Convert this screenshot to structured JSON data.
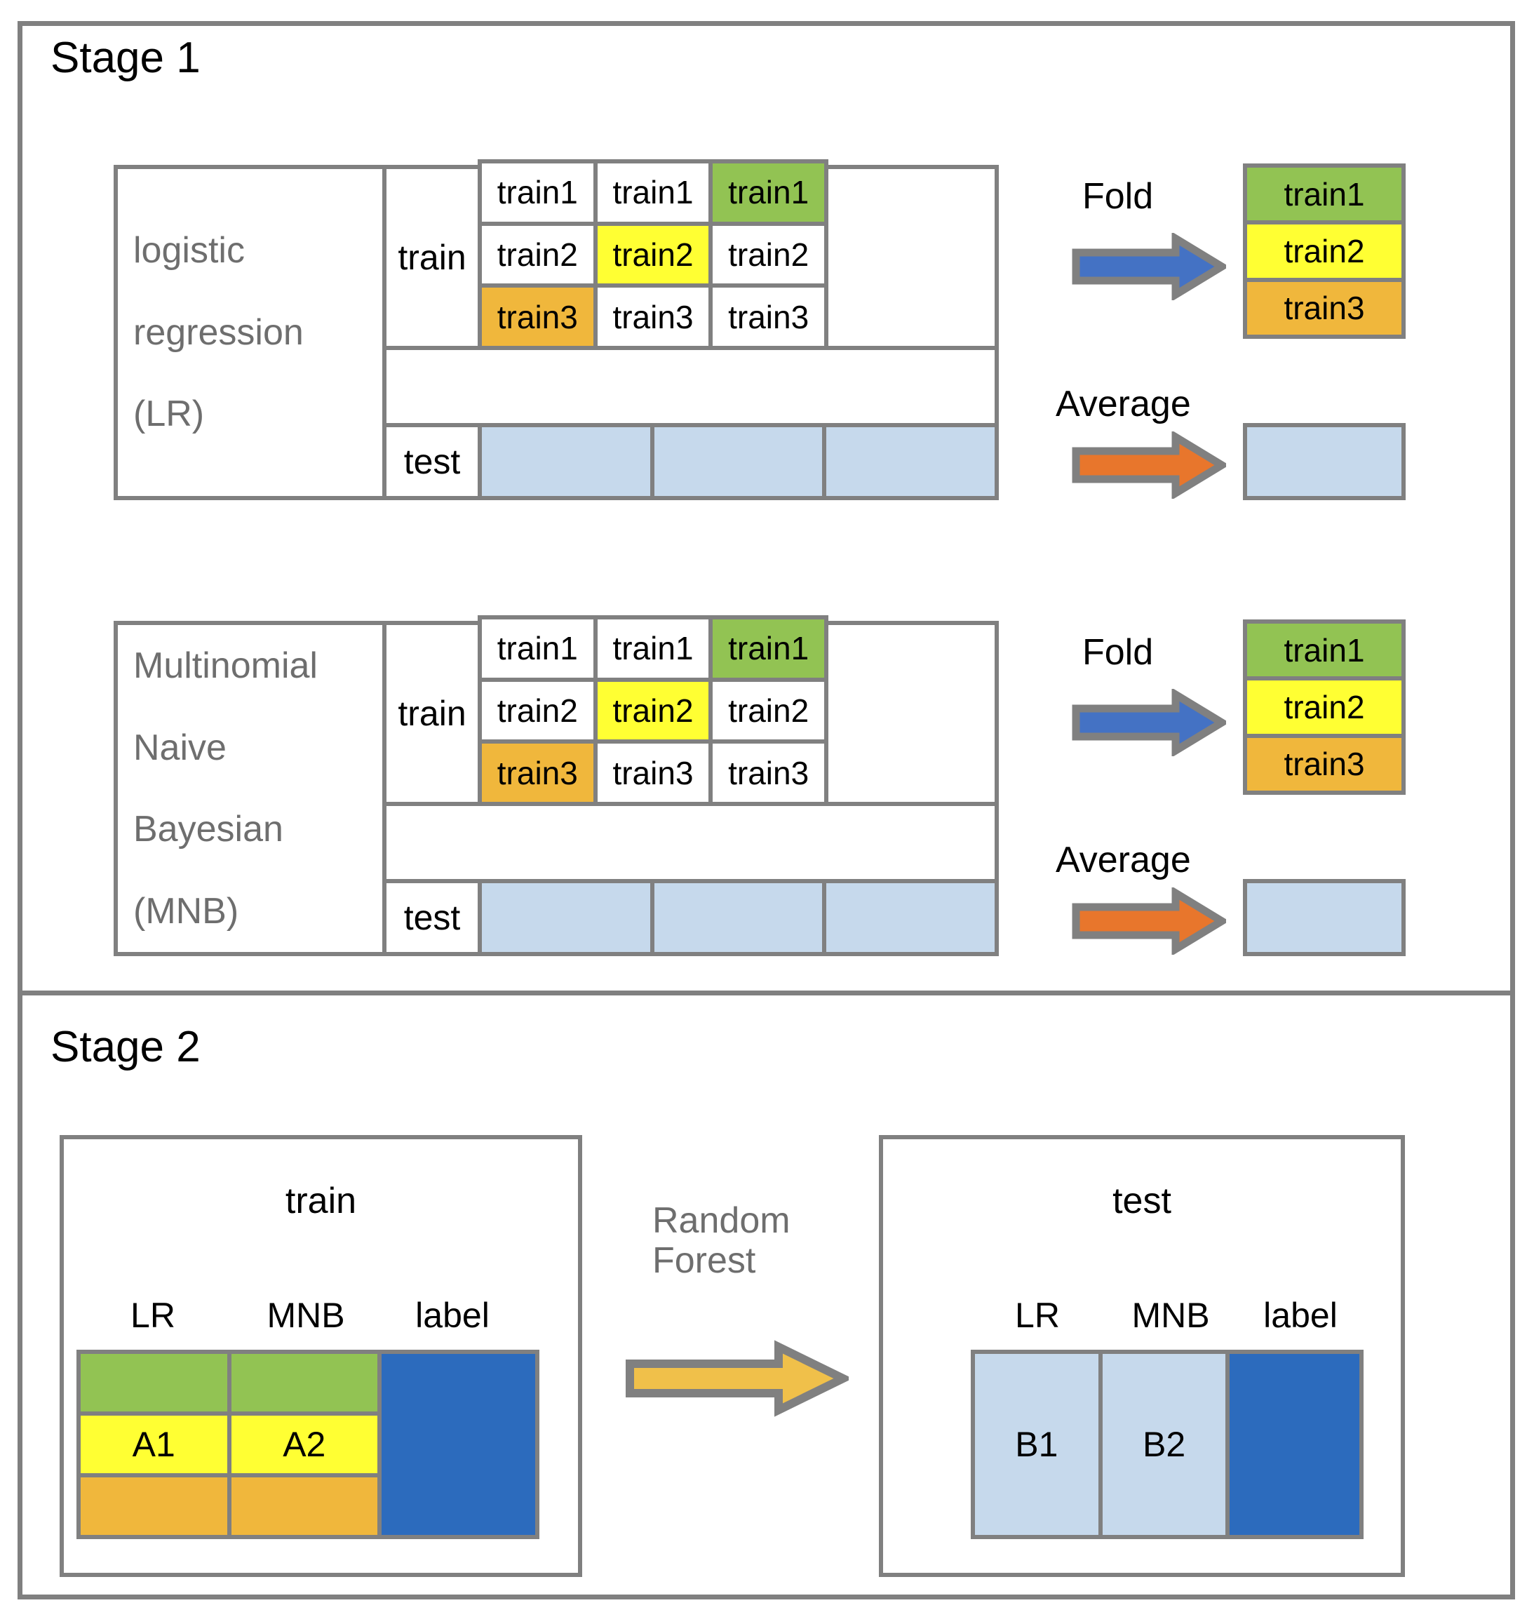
{
  "figure": {
    "stage1_title": "Stage 1",
    "stage2_title": "Stage 2"
  },
  "colors": {
    "green": "#92c353",
    "yellow": "#ffff33",
    "orange": "#f0b73c",
    "light_blue": "#c6d9ec",
    "dark_blue": "#2c6bbd",
    "fold_arrow": "#4472c4",
    "average_arrow": "#e8762c",
    "random_forest_arrow": "#f0c04a",
    "outline_gray": "#808080",
    "label_gray": "#6e6e6e",
    "white": "#ffffff"
  },
  "stage1": {
    "models": [
      {
        "id": "lr",
        "name_lines": [
          "logistic",
          "regression",
          "(LR)"
        ],
        "train_label": "train",
        "test_label": "test",
        "fold_grid": {
          "rows": [
            [
              {
                "text": "train1",
                "color": "white"
              },
              {
                "text": "train1",
                "color": "white"
              },
              {
                "text": "train1",
                "color": "green"
              }
            ],
            [
              {
                "text": "train2",
                "color": "white"
              },
              {
                "text": "train2",
                "color": "yellow"
              },
              {
                "text": "train2",
                "color": "white"
              }
            ],
            [
              {
                "text": "train3",
                "color": "orange"
              },
              {
                "text": "train3",
                "color": "white"
              },
              {
                "text": "train3",
                "color": "white"
              }
            ]
          ]
        },
        "test_strip": [
          {
            "text": "",
            "color": "light_blue"
          },
          {
            "text": "",
            "color": "light_blue"
          },
          {
            "text": "",
            "color": "light_blue"
          }
        ],
        "fold_arrow_label": "Fold",
        "average_arrow_label": "Average",
        "fold_result": [
          {
            "text": "train1",
            "color": "green"
          },
          {
            "text": "train2",
            "color": "yellow"
          },
          {
            "text": "train3",
            "color": "orange"
          }
        ],
        "average_result": {
          "text": "",
          "color": "light_blue"
        }
      },
      {
        "id": "mnb",
        "name_lines": [
          "Multinomial",
          "Naive",
          "Bayesian",
          "(MNB)"
        ],
        "train_label": "train",
        "test_label": "test",
        "fold_grid": {
          "rows": [
            [
              {
                "text": "train1",
                "color": "white"
              },
              {
                "text": "train1",
                "color": "white"
              },
              {
                "text": "train1",
                "color": "green"
              }
            ],
            [
              {
                "text": "train2",
                "color": "white"
              },
              {
                "text": "train2",
                "color": "yellow"
              },
              {
                "text": "train2",
                "color": "white"
              }
            ],
            [
              {
                "text": "train3",
                "color": "orange"
              },
              {
                "text": "train3",
                "color": "white"
              },
              {
                "text": "train3",
                "color": "white"
              }
            ]
          ]
        },
        "test_strip": [
          {
            "text": "",
            "color": "light_blue"
          },
          {
            "text": "",
            "color": "light_blue"
          },
          {
            "text": "",
            "color": "light_blue"
          }
        ],
        "fold_arrow_label": "Fold",
        "average_arrow_label": "Average",
        "fold_result": [
          {
            "text": "train1",
            "color": "green"
          },
          {
            "text": "train2",
            "color": "yellow"
          },
          {
            "text": "train3",
            "color": "orange"
          }
        ],
        "average_result": {
          "text": "",
          "color": "light_blue"
        }
      }
    ]
  },
  "stage2": {
    "arrow_label_lines": [
      "Random",
      "Forest"
    ],
    "train_panel": {
      "title": "train",
      "columns": [
        "LR",
        "MNB",
        "label"
      ],
      "rows": [
        [
          {
            "text": "",
            "color": "green"
          },
          {
            "text": "",
            "color": "green"
          }
        ],
        [
          {
            "text": "A1",
            "color": "yellow"
          },
          {
            "text": "A2",
            "color": "yellow"
          }
        ],
        [
          {
            "text": "",
            "color": "orange"
          },
          {
            "text": "",
            "color": "orange"
          }
        ]
      ],
      "label_cell": {
        "text": "",
        "color": "dark_blue"
      }
    },
    "test_panel": {
      "title": "test",
      "columns": [
        "LR",
        "MNB",
        "label"
      ],
      "cells": [
        {
          "text": "B1",
          "color": "light_blue"
        },
        {
          "text": "B2",
          "color": "light_blue"
        }
      ],
      "label_cell": {
        "text": "",
        "color": "dark_blue"
      }
    }
  },
  "icons": {
    "fold_arrow": "right-arrow-icon",
    "average_arrow": "right-arrow-icon",
    "random_forest_arrow": "right-arrow-icon"
  }
}
